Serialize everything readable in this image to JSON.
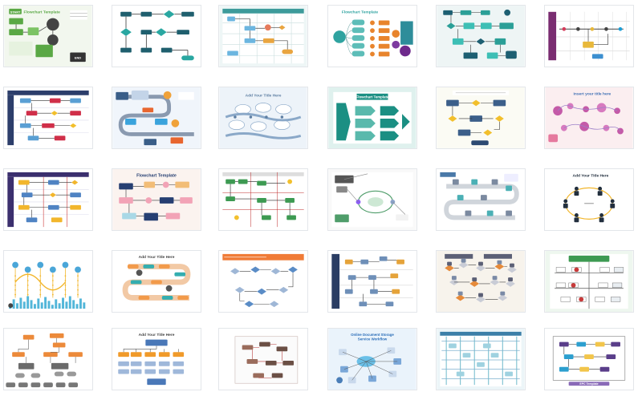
{
  "gallery": {
    "thumbnails": [
      {
        "kind": "green-start-flow",
        "bg": "#f2f7ee",
        "title": "Flowchart Template",
        "start": "START",
        "end": "END",
        "accent": "#5aa845",
        "second": "#333333"
      },
      {
        "kind": "teal-decision",
        "bg": "#ffffff",
        "title": "",
        "accent": "#1f5f6e",
        "second": "#2aa7a1"
      },
      {
        "kind": "swimlane-grid",
        "bg": "#eef6f6",
        "title": "",
        "accent": "#3d9b9b",
        "second": "#e9a540"
      },
      {
        "kind": "tree-teal",
        "bg": "#ffffff",
        "title": "Flowchart Template",
        "accent": "#2fa3a0",
        "second": "#e8842c"
      },
      {
        "kind": "map-teal",
        "bg": "#eef5f5",
        "title": "",
        "accent": "#2b9f97",
        "second": "#1d5f72"
      },
      {
        "kind": "timeline-purple",
        "bg": "#ffffff",
        "title": "",
        "accent": "#7a2d71",
        "second": "#e8b83a"
      },
      {
        "kind": "lanes-navy",
        "bg": "#ffffff",
        "title": "",
        "accent": "#2c3e6b",
        "second": "#d02f49"
      },
      {
        "kind": "mixed-road",
        "bg": "#f0f5fb",
        "title": "",
        "accent": "#3a5e88",
        "second": "#f0a23a"
      },
      {
        "kind": "cloud-path",
        "bg": "#edf3f9",
        "title": "Add Your Title Here",
        "accent": "#8aa8c8",
        "second": "#5e7fa3"
      },
      {
        "kind": "arrows-teal",
        "bg": "#dff1ee",
        "title": "Flowchart Template",
        "accent": "#1b8f83",
        "second": "#59b9ac"
      },
      {
        "kind": "diamond-yellow",
        "bg": "#fbfbf4",
        "title": "",
        "accent": "#f2bf2c",
        "second": "#3c5f8a"
      },
      {
        "kind": "pink-circles",
        "bg": "#fbeef0",
        "title": "Insert your title here",
        "accent": "#d77abf",
        "second": "#3e6fb4"
      },
      {
        "kind": "lanes-purple",
        "bg": "#ffffff",
        "title": "",
        "accent": "#3b2f6e",
        "second": "#f2b62c"
      },
      {
        "kind": "pastel-cloud",
        "bg": "#fbf3ef",
        "title": "Flowchart Template",
        "accent": "#f2a3b6",
        "second": "#263f72"
      },
      {
        "kind": "green-grid",
        "bg": "#ffffff",
        "title": "",
        "accent": "#3d9a52",
        "second": "#f2c02e"
      },
      {
        "kind": "loop-green",
        "bg": "#f9f9f9",
        "title": "",
        "accent": "#4f9d6a",
        "second": "#8aa2c8"
      },
      {
        "kind": "road-iso",
        "bg": "#ffffff",
        "title": "",
        "accent": "#8d9aa8",
        "second": "#4bb0b5"
      },
      {
        "kind": "people-circle",
        "bg": "#ffffff",
        "title": "Add Your Title Here",
        "accent": "#222f3e",
        "second": "#f2b62c"
      },
      {
        "kind": "chart-bars",
        "bg": "#ffffff",
        "title": "",
        "accent": "#f2b62c",
        "second": "#4aa6d8"
      },
      {
        "kind": "orange-snake",
        "bg": "#ffffff",
        "title": "Add Your Title Here",
        "accent": "#f29a4a",
        "second": "#34aeb0"
      },
      {
        "kind": "orange-iso",
        "bg": "#ffffff",
        "title": "",
        "accent": "#f07b37",
        "second": "#5a8cc6"
      },
      {
        "kind": "network-navy",
        "bg": "#ffffff",
        "title": "",
        "accent": "#2a3d63",
        "second": "#e5a33a"
      },
      {
        "kind": "iso-network",
        "bg": "#f7f3ec",
        "title": "",
        "accent": "#5b5f75",
        "second": "#e58a3a"
      },
      {
        "kind": "green-frame",
        "bg": "#eef7ef",
        "title": "",
        "accent": "#3d9a52",
        "second": "#c83a3a"
      },
      {
        "kind": "orange-tree",
        "bg": "#ffffff",
        "title": "",
        "accent": "#ec8a3a",
        "second": "#6b6b6b"
      },
      {
        "kind": "blue-org",
        "bg": "#ffffff",
        "title": "Add Your Title Here",
        "accent": "#4a78b8",
        "second": "#f09a2a"
      },
      {
        "kind": "brown-flow",
        "bg": "#ffffff",
        "title": "",
        "accent": "#6b4f45",
        "second": "#c83a3a"
      },
      {
        "kind": "cloud-service",
        "bg": "#eaf3fb",
        "title": "Online Document Storage Service Workflow",
        "accent": "#2a6db8",
        "second": "#6ac0e8"
      },
      {
        "kind": "grid-lines",
        "bg": "#ecf5f8",
        "title": "",
        "accent": "#3c7fa8",
        "second": "#6ab8c9"
      },
      {
        "kind": "framed-flow",
        "bg": "#ffffff",
        "title": "EPC Template",
        "accent": "#5a3e8a",
        "second": "#2c9fcf"
      }
    ]
  }
}
